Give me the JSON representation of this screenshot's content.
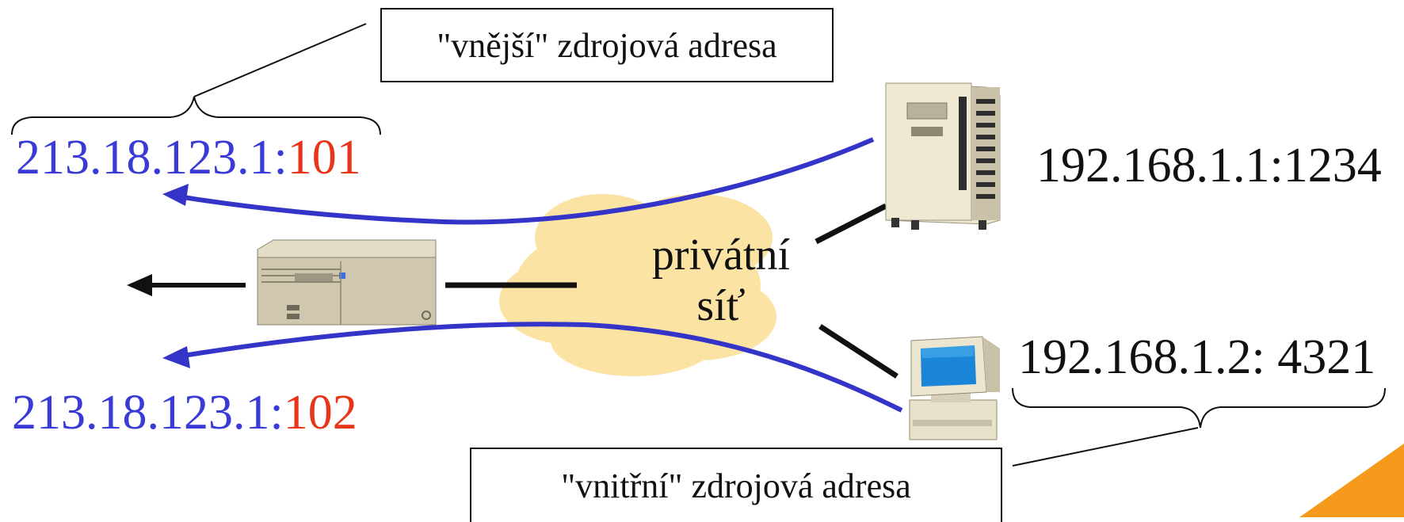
{
  "labels": {
    "outer_source_address": "\"vnější\" zdrojová adresa",
    "inner_source_address": "\"vnitřní\" zdrojová adresa"
  },
  "addresses": {
    "public_1_ip": "213.18.123.1:",
    "public_1_port": "101",
    "public_2_ip": "213.18.123.1:",
    "public_2_port": "102",
    "private_1": "192.168.1.1:1234",
    "private_2": "192.168.1.2: 4321"
  },
  "cloud": {
    "line1": "privátní",
    "line2": "síť"
  },
  "colors": {
    "public_ip": "#3a3ad6",
    "public_port": "#e8351a",
    "flow_line": "#3434c8",
    "cloud_fill": "#fbe3a3",
    "corner_accent": "#f59a1b"
  }
}
